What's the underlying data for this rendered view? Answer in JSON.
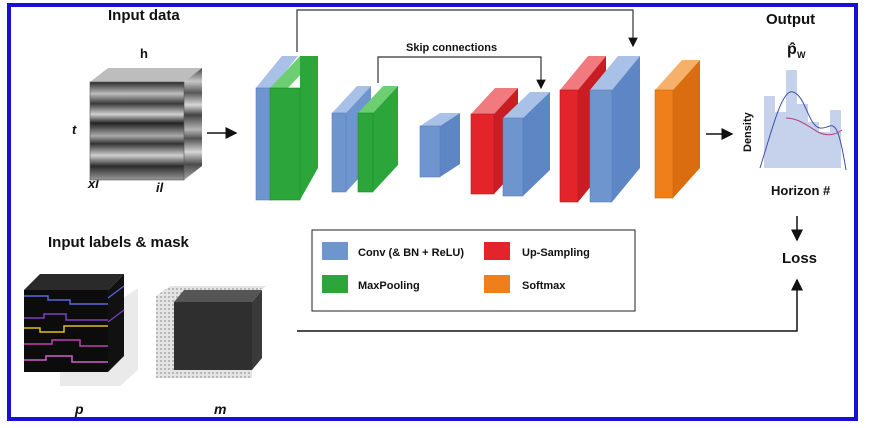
{
  "input_data": {
    "title": "Input data",
    "dims": {
      "h": "h",
      "t": "t",
      "xl": "xl",
      "il": "il"
    }
  },
  "input_labels": {
    "title": "Input labels & mask",
    "p": "p",
    "m": "m"
  },
  "network": {
    "skip_label": "Skip connections"
  },
  "output": {
    "title": "Output",
    "symbol": "p̂",
    "symbol_sub": "W",
    "y_label": "Density",
    "x_label": "Horizon #",
    "loss": "Loss"
  },
  "legend": [
    {
      "label": "Conv (& BN + ReLU)",
      "color": "#6f95cf"
    },
    {
      "label": "Up-Sampling",
      "color": "#e3242b"
    },
    {
      "label": "MaxPooling",
      "color": "#2ca63a"
    },
    {
      "label": "Softmax",
      "color": "#ef7f1a"
    }
  ],
  "colors": {
    "border": "#1a0fd6",
    "conv": "#6f95cf",
    "up": "#e3242b",
    "pool": "#2ca63a",
    "softmax": "#ef7f1a"
  }
}
